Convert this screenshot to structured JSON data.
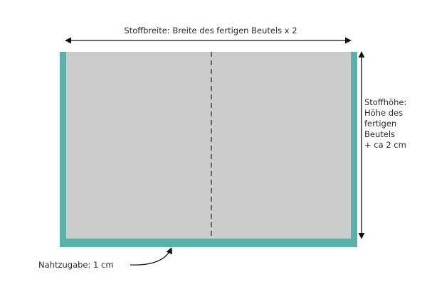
{
  "labels": {
    "width": "Stoffbreite: Breite des fertigen Beutels x 2",
    "height_lines": [
      "Stoffhöhe:",
      "Höhe des",
      "fertigen",
      "Beutels",
      "+ ca 2 cm"
    ],
    "seam_allowance": "Nahtzugabe: 1 cm"
  },
  "colors": {
    "fabric": "#cccccc",
    "seam_allowance": "#5bb0a9",
    "fold_line": "#444444",
    "arrows": "#111111",
    "text": "#2b2b2b"
  }
}
